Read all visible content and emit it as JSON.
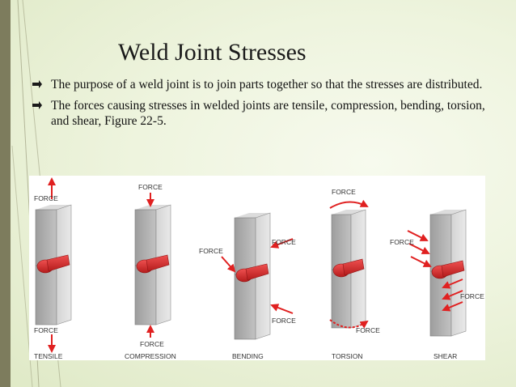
{
  "slide": {
    "title": "Weld Joint Stresses",
    "bullets": [
      "The purpose of a weld joint is to join parts together so that the stresses are distributed.",
      "The forces causing stresses in welded joints are tensile, compression, bending, torsion, and shear, Figure 22-5."
    ],
    "bullet_icon": "arrow-bullet-icon"
  },
  "figure": {
    "force_label": "FORCE",
    "captions": {
      "tensile": "TENSILE",
      "compression": "COMPRESSION",
      "bending": "BENDING",
      "torsion": "TORSION",
      "shear": "SHEAR"
    }
  },
  "colors": {
    "background": "#eef4de",
    "left_band": "#7d7c5d",
    "weld_red": "#d42a2a",
    "force_arrow_red": "#e02020",
    "bar_grey": "#b9b9b9"
  }
}
